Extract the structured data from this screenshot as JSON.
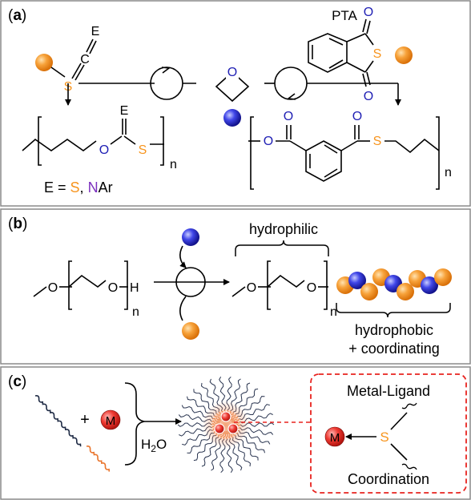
{
  "panels": {
    "a": {
      "label_open": "(",
      "label_letter": "a",
      "label_close": ")",
      "reagent_E": "E",
      "reagent_C": "C",
      "reagent_S": "S",
      "oxetane_O": "O",
      "pta_label": "PTA",
      "pta_S": "S",
      "pta_O_top": "O",
      "pta_O_bottom": "O",
      "left_polymer_E": "E",
      "left_polymer_O": "O",
      "left_polymer_S": "S",
      "left_n": "n",
      "legend_prefix": "E = ",
      "legend_S": "S",
      "legend_comma": ", ",
      "legend_N": "N",
      "legend_Ar": "Ar",
      "right_polymer_O_top1": "O",
      "right_polymer_O_top2": "O",
      "right_polymer_O_ester": "O",
      "right_polymer_S": "S",
      "right_n": "n"
    },
    "b": {
      "label_open": "(",
      "label_letter": "b",
      "label_close": ")",
      "peg_O1": "O",
      "peg_O2": "O",
      "peg_H": "H",
      "peg_n": "n",
      "prod_O1": "O",
      "prod_O2": "O",
      "prod_n": "n",
      "hydrophilic": "hydrophilic",
      "hydrophobic": "hydrophobic",
      "coordinating": "+ coordinating"
    },
    "c": {
      "label_open": "(",
      "label_letter": "c",
      "label_close": ")",
      "plus": "+",
      "metal": "M",
      "water_H": "H",
      "water_2": "2",
      "water_O": "O",
      "box_title": "Metal-Ligand",
      "box_metal": "M",
      "box_S": "S",
      "box_footer": "Coordination"
    }
  },
  "colors": {
    "orange": "#F7941D",
    "blue": "#1F1FB4",
    "purple": "#7B2FBE",
    "red": "#E8231F",
    "dark_chain": "#1E2A44",
    "orange_chain": "#E9742B",
    "panel_border": "#8A8A8A",
    "dashed_box": "#E8231F"
  }
}
